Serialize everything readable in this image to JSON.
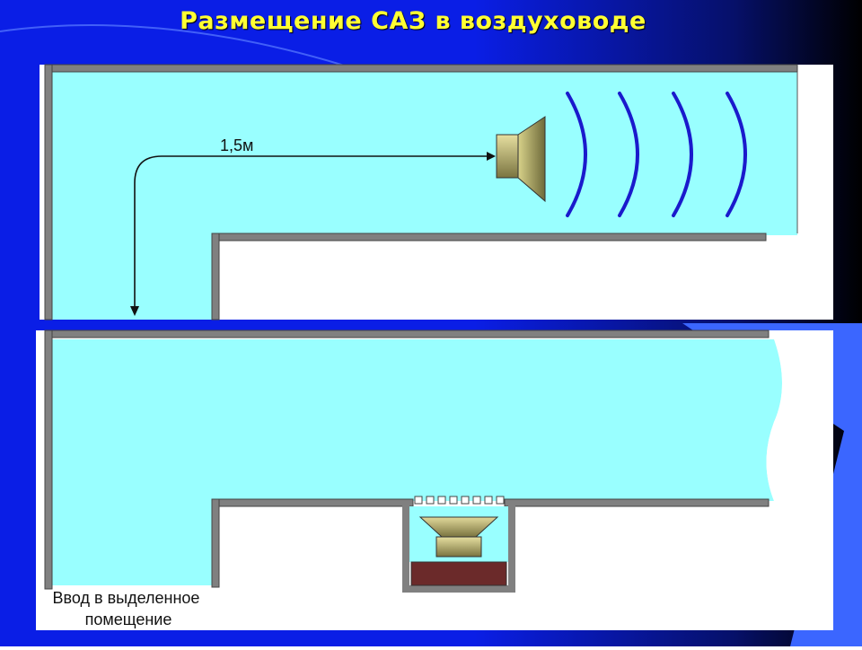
{
  "slide": {
    "title": "Размещение САЗ в воздуховоде"
  },
  "top_diagram": {
    "distance_label": "1,5м"
  },
  "bottom_diagram": {
    "entrance_label_line1": "Ввод в выделенное",
    "entrance_label_line2": "помещение"
  },
  "colors": {
    "background_blue": "#0a1ee6",
    "duct_fill": "#99ffff",
    "wall_gray": "#808080",
    "sound_wave": "#1a1acc",
    "title_yellow": "#ffff33",
    "speaker_base": "#6b2a2a"
  }
}
